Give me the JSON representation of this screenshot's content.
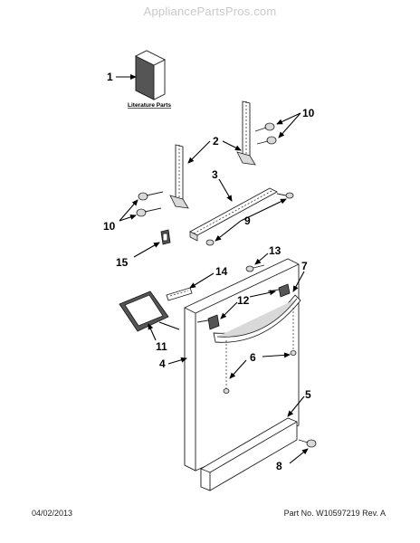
{
  "watermark": "AppliancePartsPros.com",
  "literature_label": "Literature Parts",
  "callouts": {
    "c1": "1",
    "c2": "2",
    "c3": "3",
    "c4": "4",
    "c5": "5",
    "c6": "6",
    "c7": "7",
    "c8": "8",
    "c9": "9",
    "c10a": "10",
    "c10b": "10",
    "c11": "11",
    "c12": "12",
    "c13": "13",
    "c14": "14",
    "c15": "15"
  },
  "footer": {
    "date": "04/02/2013",
    "part_ref": "Part No.  W10597219  Rev. A"
  }
}
